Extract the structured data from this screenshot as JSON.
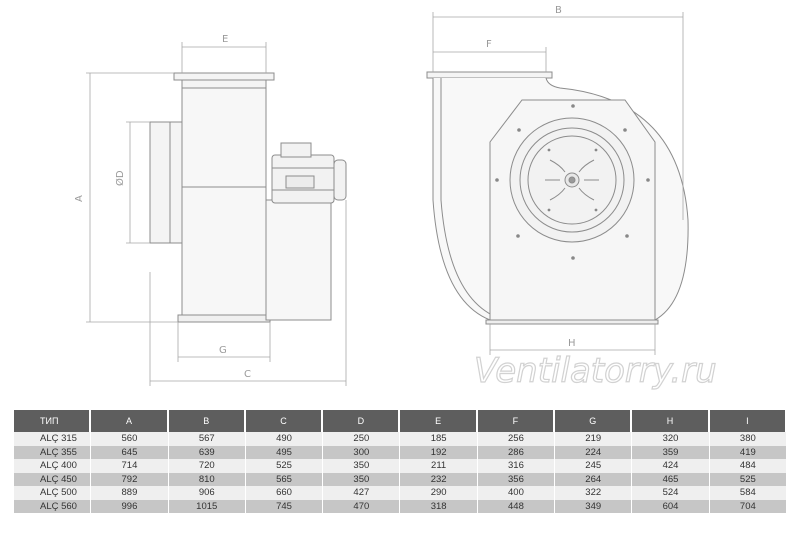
{
  "drawing": {
    "dims": {
      "A": "A",
      "B": "B",
      "C": "C",
      "D": "ØD",
      "E": "E",
      "F": "F",
      "G": "G",
      "H": "H"
    },
    "watermark": "Ventilatorry.ru"
  },
  "table": {
    "headers": [
      "ТИП",
      "A",
      "B",
      "C",
      "D",
      "E",
      "F",
      "G",
      "H",
      "I"
    ],
    "rows": [
      [
        "ALÇ 315",
        "560",
        "567",
        "490",
        "250",
        "185",
        "256",
        "219",
        "320",
        "380"
      ],
      [
        "ALÇ 355",
        "645",
        "639",
        "495",
        "300",
        "192",
        "286",
        "224",
        "359",
        "419"
      ],
      [
        "ALÇ 400",
        "714",
        "720",
        "525",
        "350",
        "211",
        "316",
        "245",
        "424",
        "484"
      ],
      [
        "ALÇ 450",
        "792",
        "810",
        "565",
        "350",
        "232",
        "356",
        "264",
        "465",
        "525"
      ],
      [
        "ALÇ 500",
        "889",
        "906",
        "660",
        "427",
        "290",
        "400",
        "322",
        "524",
        "584"
      ],
      [
        "ALÇ 560",
        "996",
        "1015",
        "745",
        "470",
        "318",
        "448",
        "349",
        "604",
        "704"
      ]
    ]
  }
}
